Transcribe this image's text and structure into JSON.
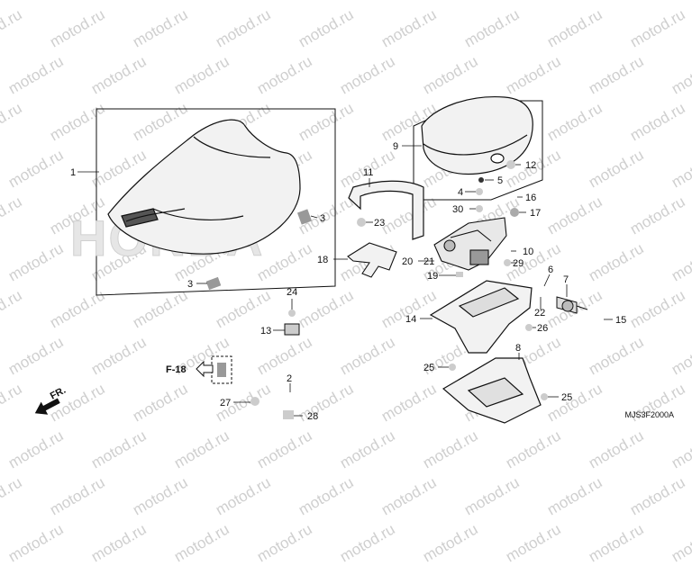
{
  "watermark": "motod.ru",
  "diagram_code": "MJS3F2000A",
  "direction_label": "FR.",
  "reference_label": "F-18",
  "brand_lettering": "HONDA",
  "callouts": {
    "c1": "1",
    "c2": "2",
    "c3a": "3",
    "c3b": "3",
    "c4": "4",
    "c5": "5",
    "c6": "6",
    "c7": "7",
    "c8": "8",
    "c9": "9",
    "c10": "10",
    "c11": "11",
    "c12": "12",
    "c13": "13",
    "c14": "14",
    "c15": "15",
    "c16": "16",
    "c17": "17",
    "c18": "18",
    "c19": "19",
    "c20": "20",
    "c21": "21",
    "c22": "22",
    "c23": "23",
    "c24": "24",
    "c25a": "25",
    "c25b": "25",
    "c26": "26",
    "c27": "27",
    "c28": "28",
    "c29": "29",
    "c30": "30"
  }
}
